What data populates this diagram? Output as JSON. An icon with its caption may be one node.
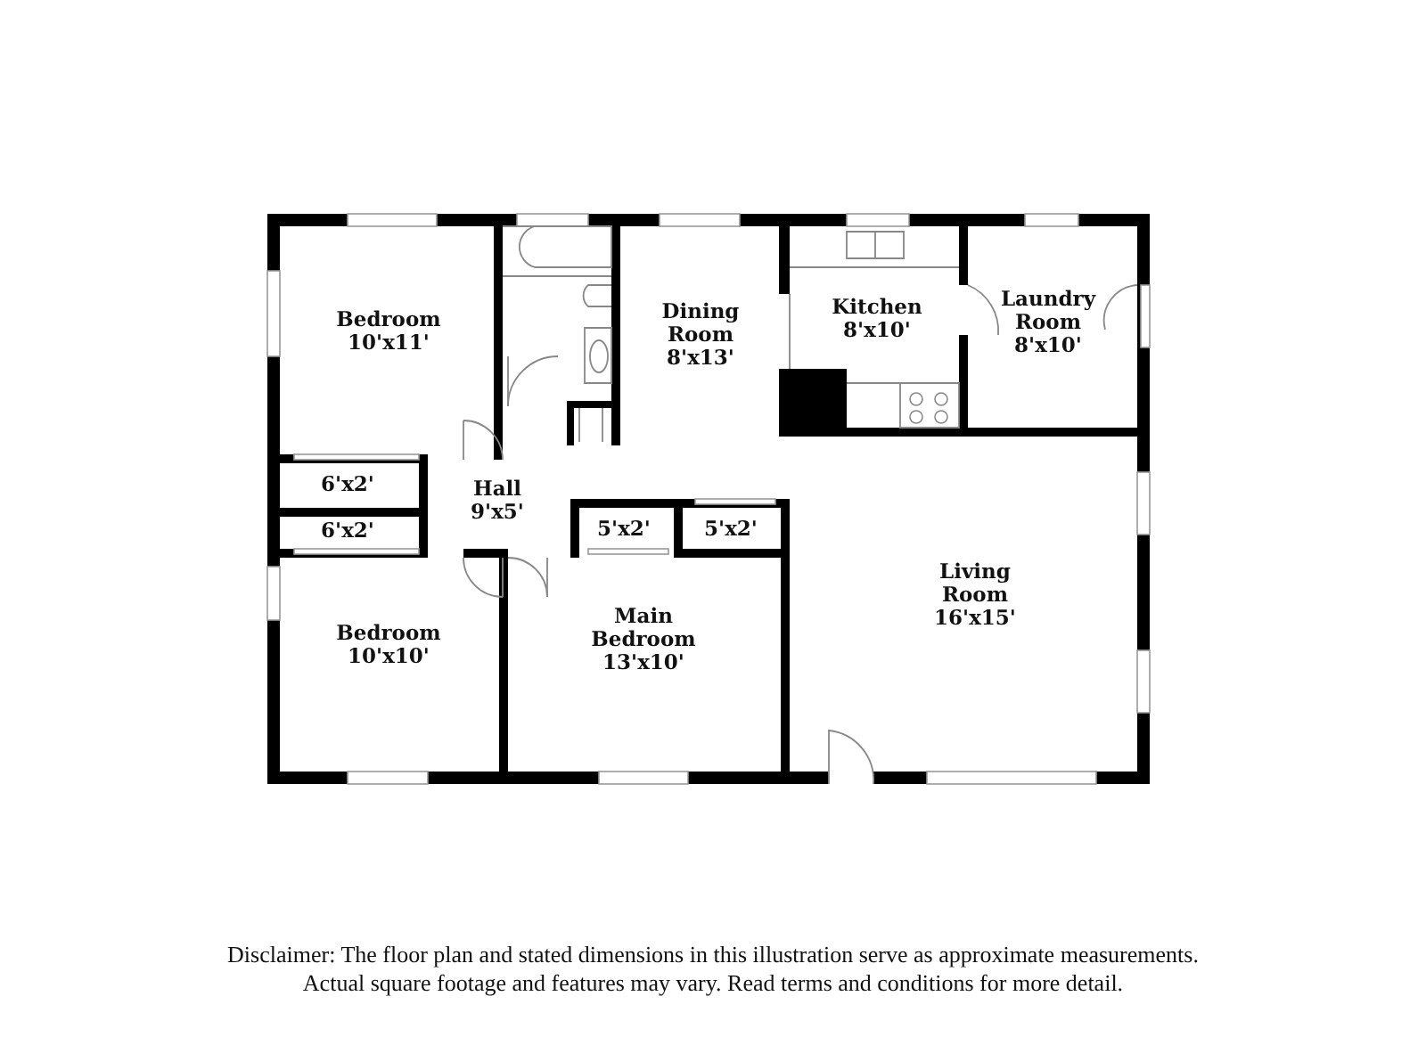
{
  "diagram": {
    "caption": "Disclaimer: The floor plan and stated dimensions in this illustration serve as approximate measurements. Actual square footage and features may vary. Read terms and conditions for more detail.",
    "nodes": [
      {
        "text": [
          "Bedroom",
          "10'x11'"
        ]
      },
      {
        "text": [
          "Dining Room",
          "8'x13'"
        ]
      },
      {
        "text": [
          "Kitchen",
          "8'x10'"
        ]
      },
      {
        "text": [
          "Laundry Room",
          "8'x10'"
        ]
      },
      {
        "text": [
          "6'x2'"
        ]
      },
      {
        "text": [
          "Hall",
          "9'x5'"
        ]
      },
      {
        "text": [
          "6'x2'"
        ]
      },
      {
        "text": [
          "5'x2'"
        ]
      },
      {
        "text": [
          "5'x2'"
        ]
      },
      {
        "text": [
          "Bedroom",
          "10'x10'"
        ]
      },
      {
        "text": [
          "Main Bedroom",
          "13'x10'"
        ]
      },
      {
        "text": [
          "Living Room",
          "16'x15'"
        ]
      }
    ]
  }
}
